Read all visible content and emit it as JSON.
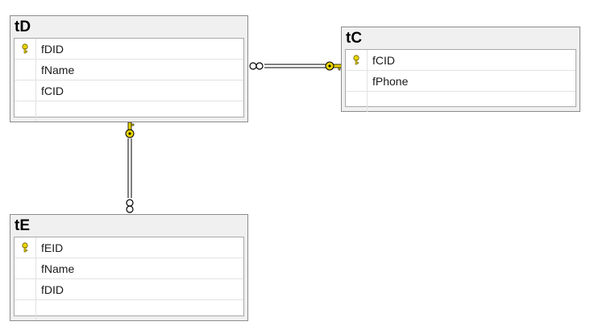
{
  "colors": {
    "key": "#e8d400",
    "relationship_line": "#000000",
    "table_header": "#f0f0f0"
  },
  "tables": {
    "tD": {
      "name": "tD",
      "columns": [
        {
          "name": "fDID",
          "primary_key": true
        },
        {
          "name": "fName",
          "primary_key": false
        },
        {
          "name": "fCID",
          "primary_key": false
        }
      ]
    },
    "tC": {
      "name": "tC",
      "columns": [
        {
          "name": "fCID",
          "primary_key": true
        },
        {
          "name": "fPhone",
          "primary_key": false
        }
      ]
    },
    "tE": {
      "name": "tE",
      "columns": [
        {
          "name": "fEID",
          "primary_key": true
        },
        {
          "name": "fName",
          "primary_key": false
        },
        {
          "name": "fDID",
          "primary_key": false
        }
      ]
    }
  },
  "relationships": [
    {
      "from_table": "tD",
      "from_end": "many",
      "to_table": "tC",
      "to_end": "one"
    },
    {
      "from_table": "tE",
      "from_end": "many",
      "to_table": "tD",
      "to_end": "one"
    }
  ]
}
